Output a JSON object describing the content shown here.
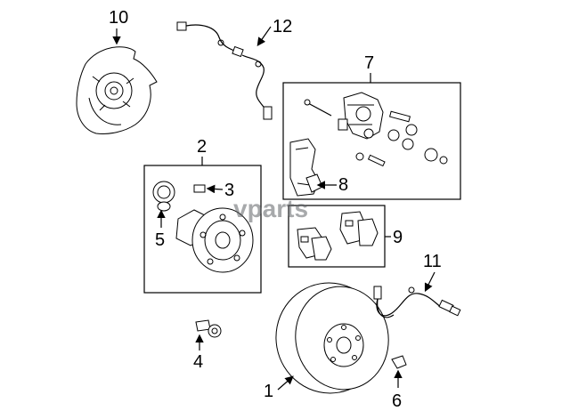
{
  "watermark": "vparts",
  "callouts": {
    "c1": "1",
    "c2": "2",
    "c3": "3",
    "c4": "4",
    "c5": "5",
    "c6": "6",
    "c7": "7",
    "c8": "8",
    "c9": "9",
    "c10": "10",
    "c11": "11",
    "c12": "12"
  }
}
